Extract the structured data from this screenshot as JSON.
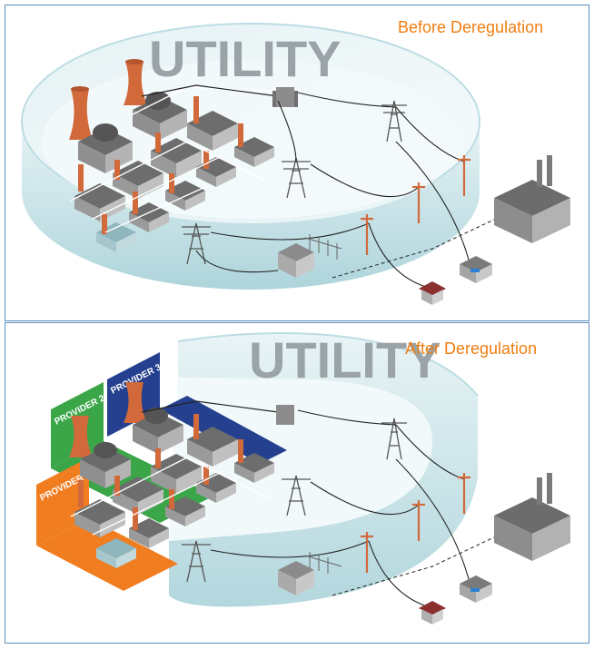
{
  "panels": {
    "before": {
      "caption": "Before Deregulation",
      "utility_label": "UTILITY"
    },
    "after": {
      "caption": "After Deregulation",
      "utility_label": "UTILITY",
      "providers": [
        {
          "label": "PROVIDER 1",
          "color": "#f07d20"
        },
        {
          "label": "PROVIDER 2",
          "color": "#3aa648"
        },
        {
          "label": "PROVIDER 3",
          "color": "#24408e"
        }
      ]
    }
  },
  "colors": {
    "border": "#5b8fbf",
    "caption": "#f07d10",
    "cylinder": "#cfe6ea",
    "cylinder_wall": "#a9d2d9",
    "utility_text": "#9aa3a8"
  },
  "icons": [
    "power-plant-icon",
    "cooling-tower-icon",
    "transmission-tower-icon",
    "utility-pole-icon",
    "substation-icon",
    "transformer-icon",
    "factory-icon",
    "house-icon",
    "office-building-icon"
  ]
}
